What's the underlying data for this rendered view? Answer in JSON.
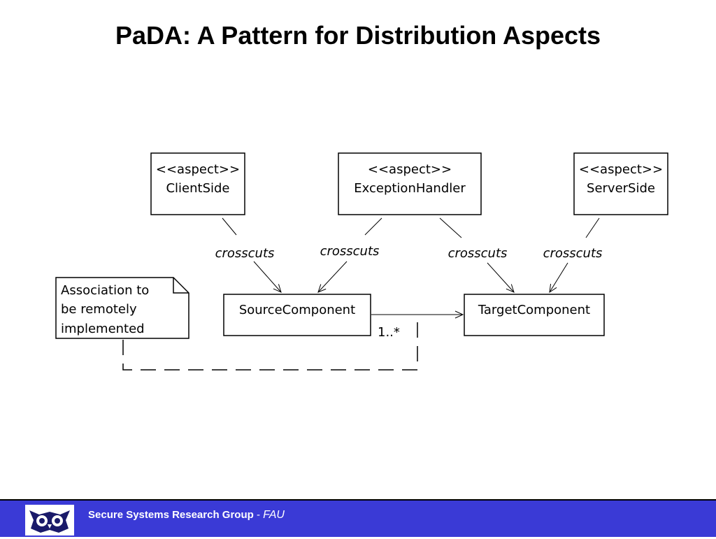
{
  "title": "PaDA: A Pattern for Distribution Aspects",
  "diagram": {
    "aspects": [
      {
        "stereotype": "<<aspect>>",
        "name": "ClientSide"
      },
      {
        "stereotype": "<<aspect>>",
        "name": "ExceptionHandler"
      },
      {
        "stereotype": "<<aspect>>",
        "name": "ServerSide"
      }
    ],
    "components": {
      "source": "SourceComponent",
      "target": "TargetComponent"
    },
    "crosscuts_labels": [
      "crosscuts",
      "crosscuts",
      "crosscuts",
      "crosscuts"
    ],
    "multiplicity": "1..*",
    "note": [
      "Association to",
      "be remotely",
      "implemented"
    ]
  },
  "footer": {
    "group": "Secure Systems Research Group",
    "separator": " - ",
    "institution": "FAU",
    "logo_icon": "owl-logo-icon"
  },
  "colors": {
    "footer_bg": "#3a3ad6",
    "footer_text": "#ffffff"
  }
}
